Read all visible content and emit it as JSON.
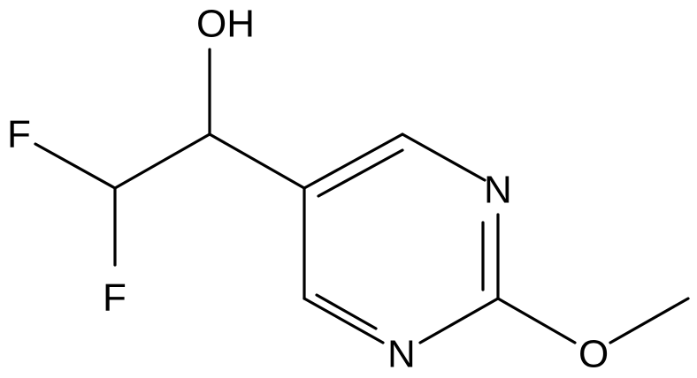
{
  "molecule": {
    "atoms": {
      "hydroxyl": "OH",
      "fluorine_upper": "F",
      "fluorine_lower": "F",
      "ring_nitrogen_upper": "N",
      "ring_nitrogen_lower": "N",
      "methoxy_oxygen": "O"
    }
  }
}
